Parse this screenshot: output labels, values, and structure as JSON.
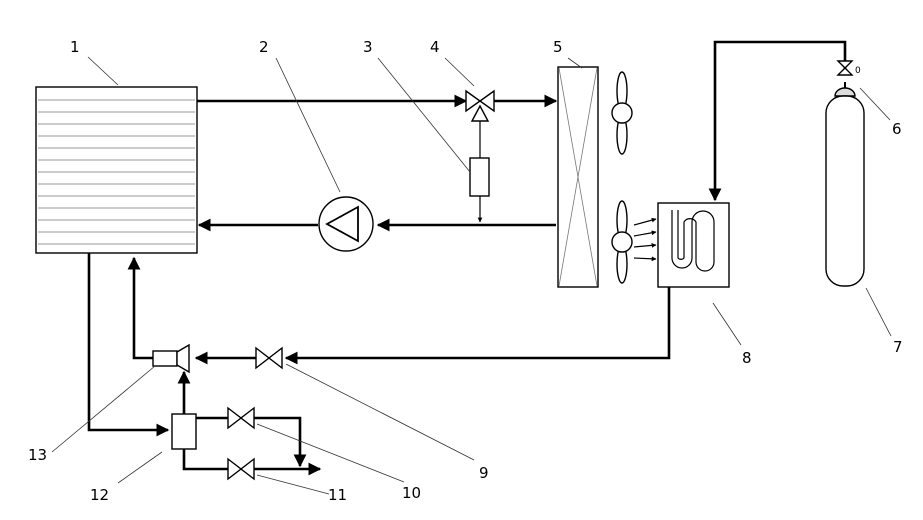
{
  "labels": {
    "l1": "1",
    "l2": "2",
    "l3": "3",
    "l4": "4",
    "l5": "5",
    "l6": "6",
    "l7": "7",
    "l8": "8",
    "l9": "9",
    "l10": "10",
    "l11": "11",
    "l12": "12",
    "l13": "13"
  },
  "cylinder_valve_mark": "0"
}
